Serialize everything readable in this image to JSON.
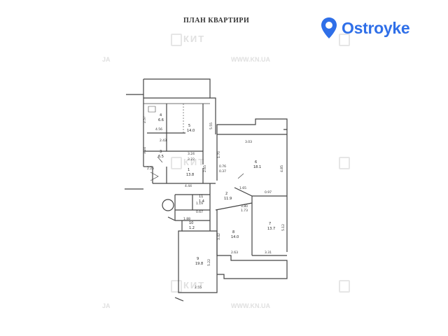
{
  "title": "ПЛАН КВАРТИРИ",
  "brand": {
    "name": "Ostroyke",
    "logo_icon": "location-pin-icon",
    "color": "#2f6fe8"
  },
  "watermarks": {
    "url": "WWW.KN.UA",
    "brand": "КИТ",
    "side": "JA"
  },
  "rooms": [
    {
      "num": "4",
      "area": "6.6"
    },
    {
      "num": "5",
      "area": "14.0"
    },
    {
      "num": "6",
      "area": "18.1"
    },
    {
      "num": "3",
      "area": "6.5"
    },
    {
      "num": "1",
      "area": "13.8"
    },
    {
      "num": "2",
      "area": "11.9"
    },
    {
      "num": "8",
      "area": "14.0"
    },
    {
      "num": "7",
      "area": "13.7"
    },
    {
      "num": "9",
      "area": "19.8"
    },
    {
      "num": "10",
      "area": "1.2"
    },
    {
      "num": "11",
      "area": "1.4"
    }
  ],
  "dimensions": [
    "2.57",
    "5.55",
    "3.03",
    "2.43",
    "3.24",
    "3.24",
    "3.22",
    "2.25",
    "4.85",
    "1.70",
    "0.76",
    "0.37",
    "2.65",
    "4.44",
    "0.97",
    "1.65",
    "3.80",
    "1.73",
    "1.19",
    "0.67",
    "1.88",
    "3.42",
    "5.12",
    "2.63",
    "3.31",
    "5.22",
    "2.55",
    "4.56"
  ]
}
